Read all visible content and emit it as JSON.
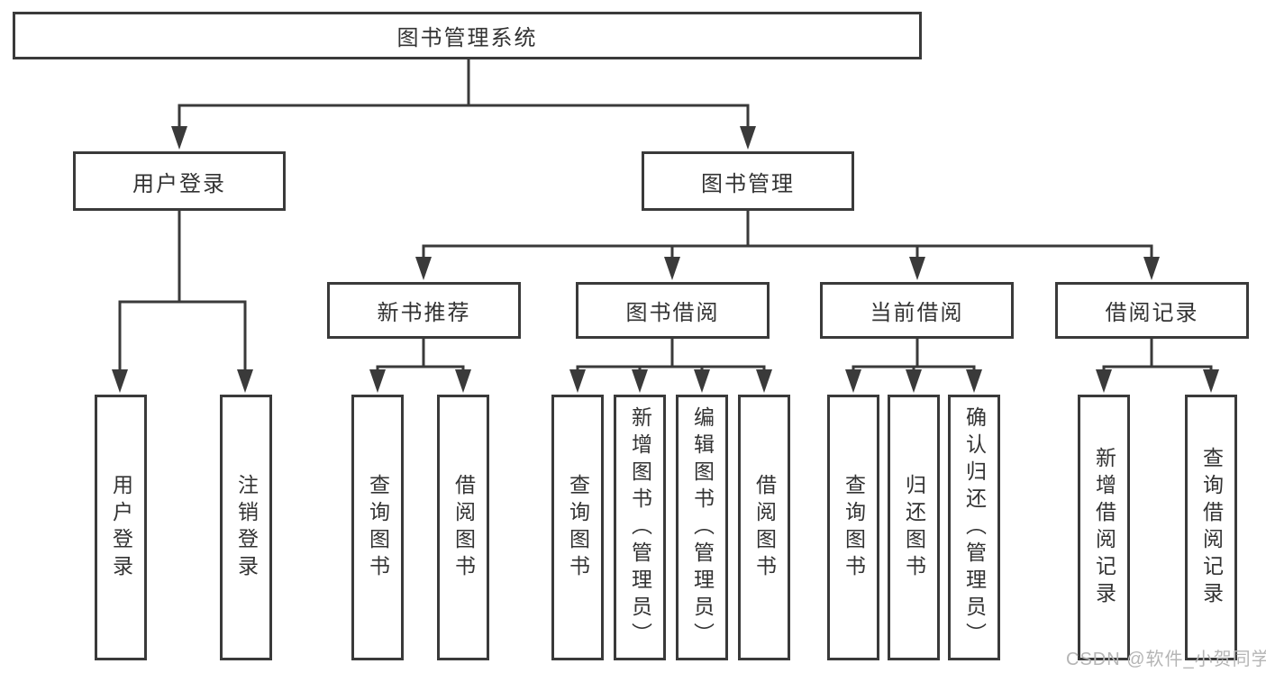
{
  "diagram_title": "图书管理系统",
  "colors": {
    "line": "#3a3a3a",
    "text": "#333333",
    "watermark": "#b5b5b5",
    "background": "#ffffff"
  },
  "watermark": "CSDN @软件_小贺同学",
  "nodes": {
    "root": "图书管理系统",
    "user_login": "用户登录",
    "book_management": "图书管理",
    "new_book_recommend": "新书推荐",
    "book_borrow": "图书借阅",
    "current_borrow": "当前借阅",
    "borrow_records": "借阅记录",
    "leaf_user_login": "用户登录",
    "leaf_logout": "注销登录",
    "leaf_recommend_query": "查询图书",
    "leaf_recommend_borrow": "借阅图书",
    "leaf_borrow_query": "查询图书",
    "leaf_borrow_add": "新增图书（管理员）",
    "leaf_borrow_edit": "编辑图书（管理员）",
    "leaf_borrow_borrow": "借阅图书",
    "leaf_current_query": "查询图书",
    "leaf_current_return": "归还图书",
    "leaf_current_confirm": "确认归还（管理员）",
    "leaf_records_add": "新增借阅记录",
    "leaf_records_query": "查询借阅记录"
  },
  "edges": [
    [
      "图书管理系统",
      "用户登录"
    ],
    [
      "图书管理系统",
      "图书管理"
    ],
    [
      "用户登录",
      "用户登录"
    ],
    [
      "用户登录",
      "注销登录"
    ],
    [
      "图书管理",
      "新书推荐"
    ],
    [
      "图书管理",
      "图书借阅"
    ],
    [
      "图书管理",
      "当前借阅"
    ],
    [
      "图书管理",
      "借阅记录"
    ],
    [
      "新书推荐",
      "查询图书"
    ],
    [
      "新书推荐",
      "借阅图书"
    ],
    [
      "图书借阅",
      "查询图书"
    ],
    [
      "图书借阅",
      "新增图书（管理员）"
    ],
    [
      "图书借阅",
      "编辑图书（管理员）"
    ],
    [
      "图书借阅",
      "借阅图书"
    ],
    [
      "当前借阅",
      "查询图书"
    ],
    [
      "当前借阅",
      "归还图书"
    ],
    [
      "当前借阅",
      "确认归还（管理员）"
    ],
    [
      "借阅记录",
      "新增借阅记录"
    ],
    [
      "借阅记录",
      "查询借阅记录"
    ]
  ]
}
